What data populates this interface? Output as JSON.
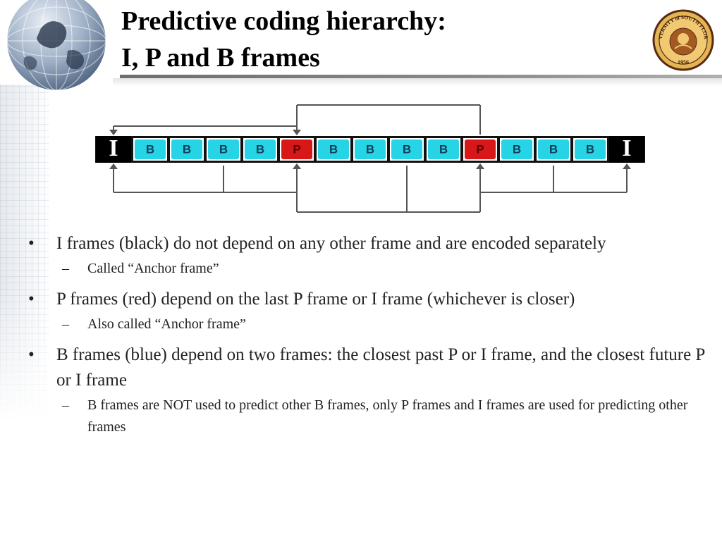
{
  "title": {
    "line1": "Predictive coding hierarchy:",
    "line2": "I, P and B frames"
  },
  "seal": {
    "name": "University of South Florida seal",
    "text": "UNIVERSITY of SOUTH FLORIDA",
    "year": "1956"
  },
  "frames": [
    "I",
    "B",
    "B",
    "B",
    "B",
    "P",
    "B",
    "B",
    "B",
    "B",
    "P",
    "B",
    "B",
    "B",
    "I"
  ],
  "frame_colors": {
    "I": "#000000",
    "P": "#d81818",
    "B": "#27d4e6"
  },
  "bullets": [
    {
      "marker": "•",
      "text": "I frames (black) do not depend on any other frame and are encoded separately",
      "sub": {
        "marker": "–",
        "text": "Called “Anchor frame”"
      }
    },
    {
      "marker": "•",
      "text": "P frames (red) depend on the last P frame or I frame (whichever is  closer)",
      "sub": {
        "marker": "–",
        "text": "Also called “Anchor frame”"
      }
    },
    {
      "marker": "•",
      "text": "B frames (blue) depend on two frames: the closest past P or I frame, and the closest future P or I frame",
      "sub": {
        "marker": "–",
        "text": "B frames are NOT used to predict other B frames, only P frames and I frames are used for predicting other frames"
      }
    }
  ]
}
